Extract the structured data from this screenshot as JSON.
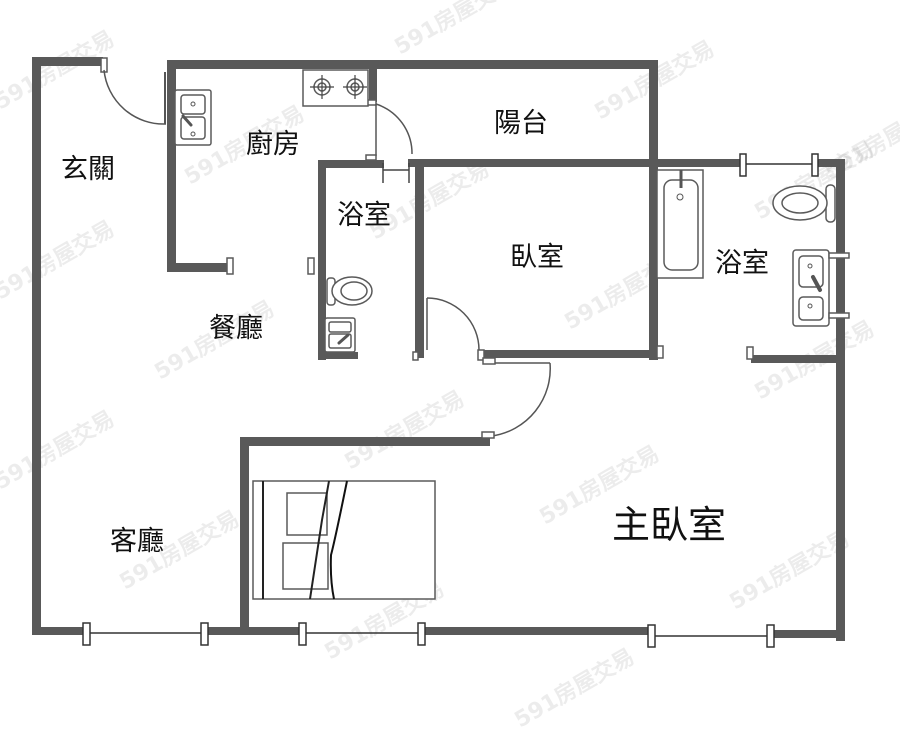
{
  "plan": {
    "rooms": {
      "entrance": "玄關",
      "kitchen": "廚房",
      "balcony": "陽台",
      "bathroom_small": "浴室",
      "bedroom": "臥室",
      "bathroom_master": "浴室",
      "dining": "餐廳",
      "living": "客廳",
      "master_bedroom": "主臥室"
    },
    "watermark": "591房屋交易",
    "colors": {
      "wall": "#595959",
      "background": "#ffffff",
      "label": "#111111"
    }
  }
}
